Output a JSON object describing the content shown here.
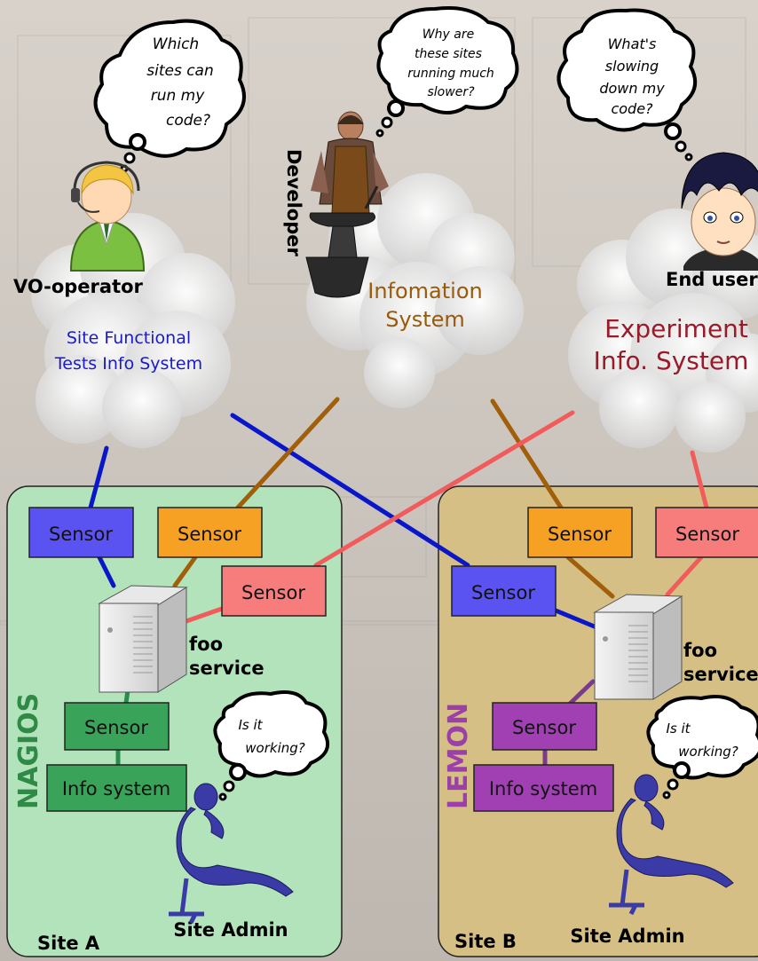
{
  "colors": {
    "background": "#c9c4bf",
    "site_a_bg": "#b3e3bb",
    "site_b_bg": "#d6bf84",
    "blue": "#0a17c9",
    "brown": "#a05f08",
    "red": "#f25b5b",
    "green": "#2a8c4a",
    "purple": "#7a3b8c",
    "sensor_blue": "#5b52f2",
    "sensor_orange": "#f7a124",
    "sensor_pink": "#f77d7d",
    "sensor_green": "#3aa35a",
    "sensor_purple": "#a040b3",
    "nagios": "#2e8a46",
    "lemon": "#9a40a8",
    "admin": "#3b3ba8",
    "sft_text": "#1a1acc",
    "info_text": "#9a5a0a",
    "exp_text": "#9a1a2a"
  },
  "thoughts": {
    "vo": [
      "Which",
      "sites can",
      "run my",
      "code?"
    ],
    "dev": [
      "Why are",
      "these sites",
      "running much",
      "slower?"
    ],
    "user": [
      "What's",
      "slowing",
      "down my",
      "code?"
    ],
    "admin_a": [
      "Is it",
      "working?"
    ],
    "admin_b": [
      "Is it",
      "working?"
    ]
  },
  "actors": {
    "vo": "VO-operator",
    "developer": "Developer",
    "end_user": "End user"
  },
  "systems": {
    "sft": [
      "Site Functional",
      "Tests Info System"
    ],
    "info": [
      "Infomation",
      "System"
    ],
    "exp": [
      "Experiment",
      "Info. System"
    ]
  },
  "site_a": {
    "name": "Site A",
    "monitor": "NAGIOS",
    "sensor": "Sensor",
    "service": [
      "foo",
      "service"
    ],
    "info_system": "Info system",
    "admin": "Site Admin"
  },
  "site_b": {
    "name": "Site B",
    "monitor": "LEMON",
    "sensor": "Sensor",
    "service": [
      "foo",
      "service"
    ],
    "info_system": "Info system",
    "admin": "Site Admin"
  }
}
